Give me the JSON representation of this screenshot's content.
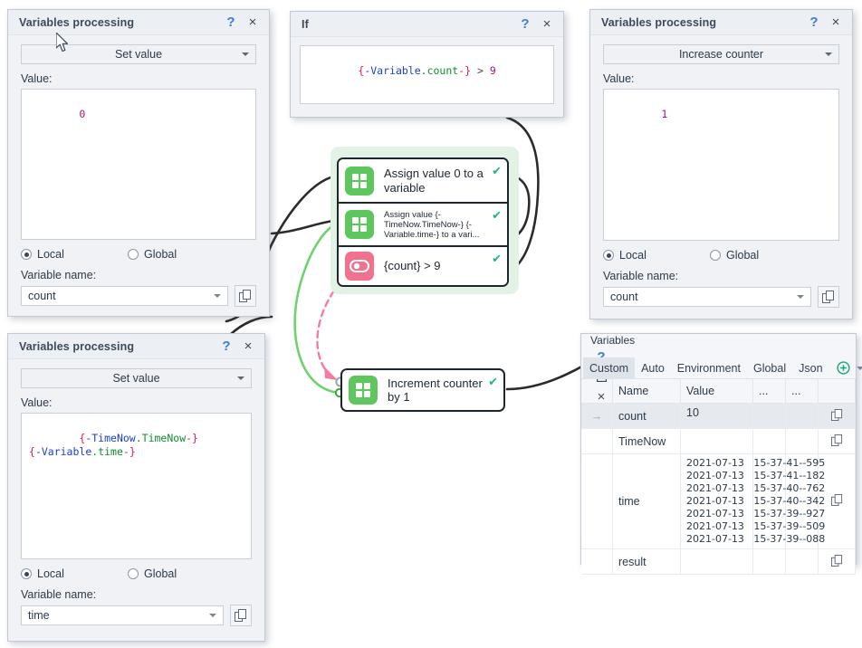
{
  "dialogs": {
    "set_count": {
      "title": "Variables processing",
      "action": "Set value",
      "value_label": "Value:",
      "value_text": "0",
      "scope_local": "Local",
      "scope_global": "Global",
      "varname_label": "Variable name:",
      "varname_value": "count",
      "help_glyph": "?",
      "close_glyph": "×"
    },
    "if": {
      "title": "If",
      "expression": "{-Variable.count-} > 9",
      "help_glyph": "?",
      "close_glyph": "×"
    },
    "increase_count": {
      "title": "Variables processing",
      "action": "Increase counter",
      "value_label": "Value:",
      "value_text": "1",
      "scope_local": "Local",
      "scope_global": "Global",
      "varname_label": "Variable name:",
      "varname_value": "count",
      "help_glyph": "?",
      "close_glyph": "×"
    },
    "set_time": {
      "title": "Variables processing",
      "action": "Set value",
      "value_label": "Value:",
      "line1": "{-TimeNow.TimeNow-}",
      "line2": "{-Variable.time-}",
      "scope_local": "Local",
      "scope_global": "Global",
      "varname_label": "Variable name:",
      "varname_value": "time",
      "help_glyph": "?",
      "close_glyph": "×"
    }
  },
  "variables_panel": {
    "title": "Variables",
    "help_glyph": "?",
    "close_glyph": "×",
    "tabs": [
      {
        "label": "Custom",
        "active": true
      },
      {
        "label": "Auto",
        "active": false
      },
      {
        "label": "Environment",
        "active": false
      },
      {
        "label": "Global",
        "active": false
      },
      {
        "label": "Json",
        "active": false
      }
    ],
    "columns": [
      "",
      "Name",
      "Value",
      "...",
      "...",
      ""
    ],
    "rows": [
      {
        "marker": "→",
        "name": "count",
        "value": "10",
        "selected": true
      },
      {
        "marker": "",
        "name": "TimeNow",
        "value": "",
        "selected": false
      },
      {
        "marker": "",
        "name": "time",
        "value": "2021-07-13   15-37-41--595\n2021-07-13   15-37-41--182\n2021-07-13   15-37-40--762\n2021-07-13   15-37-40--342\n2021-07-13   15-37-39--927\n2021-07-13   15-37-39--509\n2021-07-13   15-37-39--088",
        "selected": false
      },
      {
        "marker": "",
        "name": "result",
        "value": "",
        "selected": false
      }
    ]
  },
  "flow": {
    "nodes": [
      {
        "id": "assign0",
        "label": "Assign value 0 to a variable",
        "icon": "grid-icon",
        "color": "green",
        "status": "✔"
      },
      {
        "id": "assign_time",
        "label": "Assign value {-TimeNow.TimeNow-} {-Variable.time-} to a vari...",
        "icon": "grid-icon",
        "color": "green",
        "status": "✔"
      },
      {
        "id": "condition",
        "label": "{count} > 9",
        "icon": "toggle-icon",
        "color": "pink",
        "status": "✔"
      },
      {
        "id": "increment",
        "label": "Increment counter by 1",
        "icon": "grid-icon",
        "color": "green",
        "status": "✔"
      }
    ]
  },
  "colors": {
    "accent_green": "#5dc75d",
    "accent_pink": "#f1718f",
    "group_bg": "#e2f3e6",
    "check_green": "#1fb58a",
    "link_true": "#6fd16f",
    "link_false": "#f57aa4",
    "help_blue": "#3b7dd8"
  }
}
